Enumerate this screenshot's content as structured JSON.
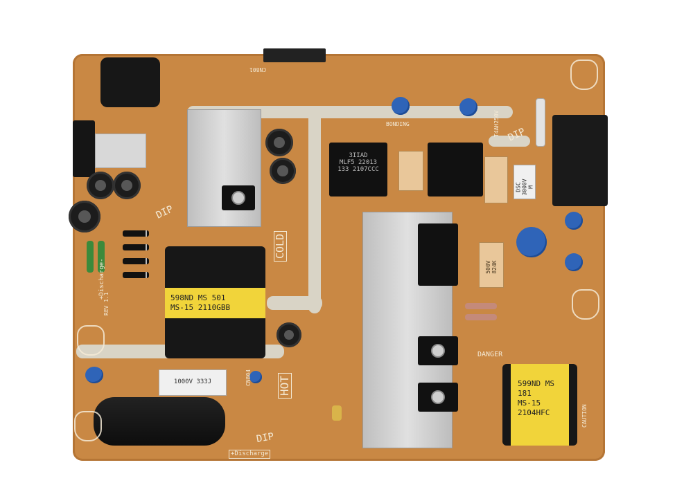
{
  "image": {
    "kind": "photo of a TV power supply circuit board",
    "colors": {
      "pcb": "#c98844",
      "silkscreen": "#f4ead6",
      "trace": "#d9d4c6",
      "transformer_tape": "#f1d43a",
      "capacitor_blue": "#2f64b8",
      "heatsink": "#d2d2d2"
    }
  },
  "labels": {
    "xfmr_left_line1": "598ND MS  501",
    "xfmr_left_line2": "MS-15  2110GBB",
    "xfmr_right_line1": "599ND MS  181",
    "xfmr_right_line2": "MS-15  2104HFC",
    "relay_left_line1": "3IIAD",
    "relay_left_line2": "MLF5 22013",
    "relay_left_line3": "133  2107CCC",
    "film_cap": "1000V 333J",
    "fuse_cap": "DSC 3000V M",
    "varistor": "500V 824K",
    "hot": "HOT",
    "cold": "COLD",
    "dip_left": "DIP",
    "dip_right": "DIP",
    "dip_bottom": "DIP",
    "danger": "DANGER",
    "discharge_left": "+Discharge-",
    "discharge_bottom": "+Discharge",
    "caution": "CAUTION",
    "bonding": "BONDING",
    "fuse_rating": "T4AH250V",
    "cn801": "CN801",
    "cn804": "CN804",
    "rev": "REV 1.1"
  }
}
